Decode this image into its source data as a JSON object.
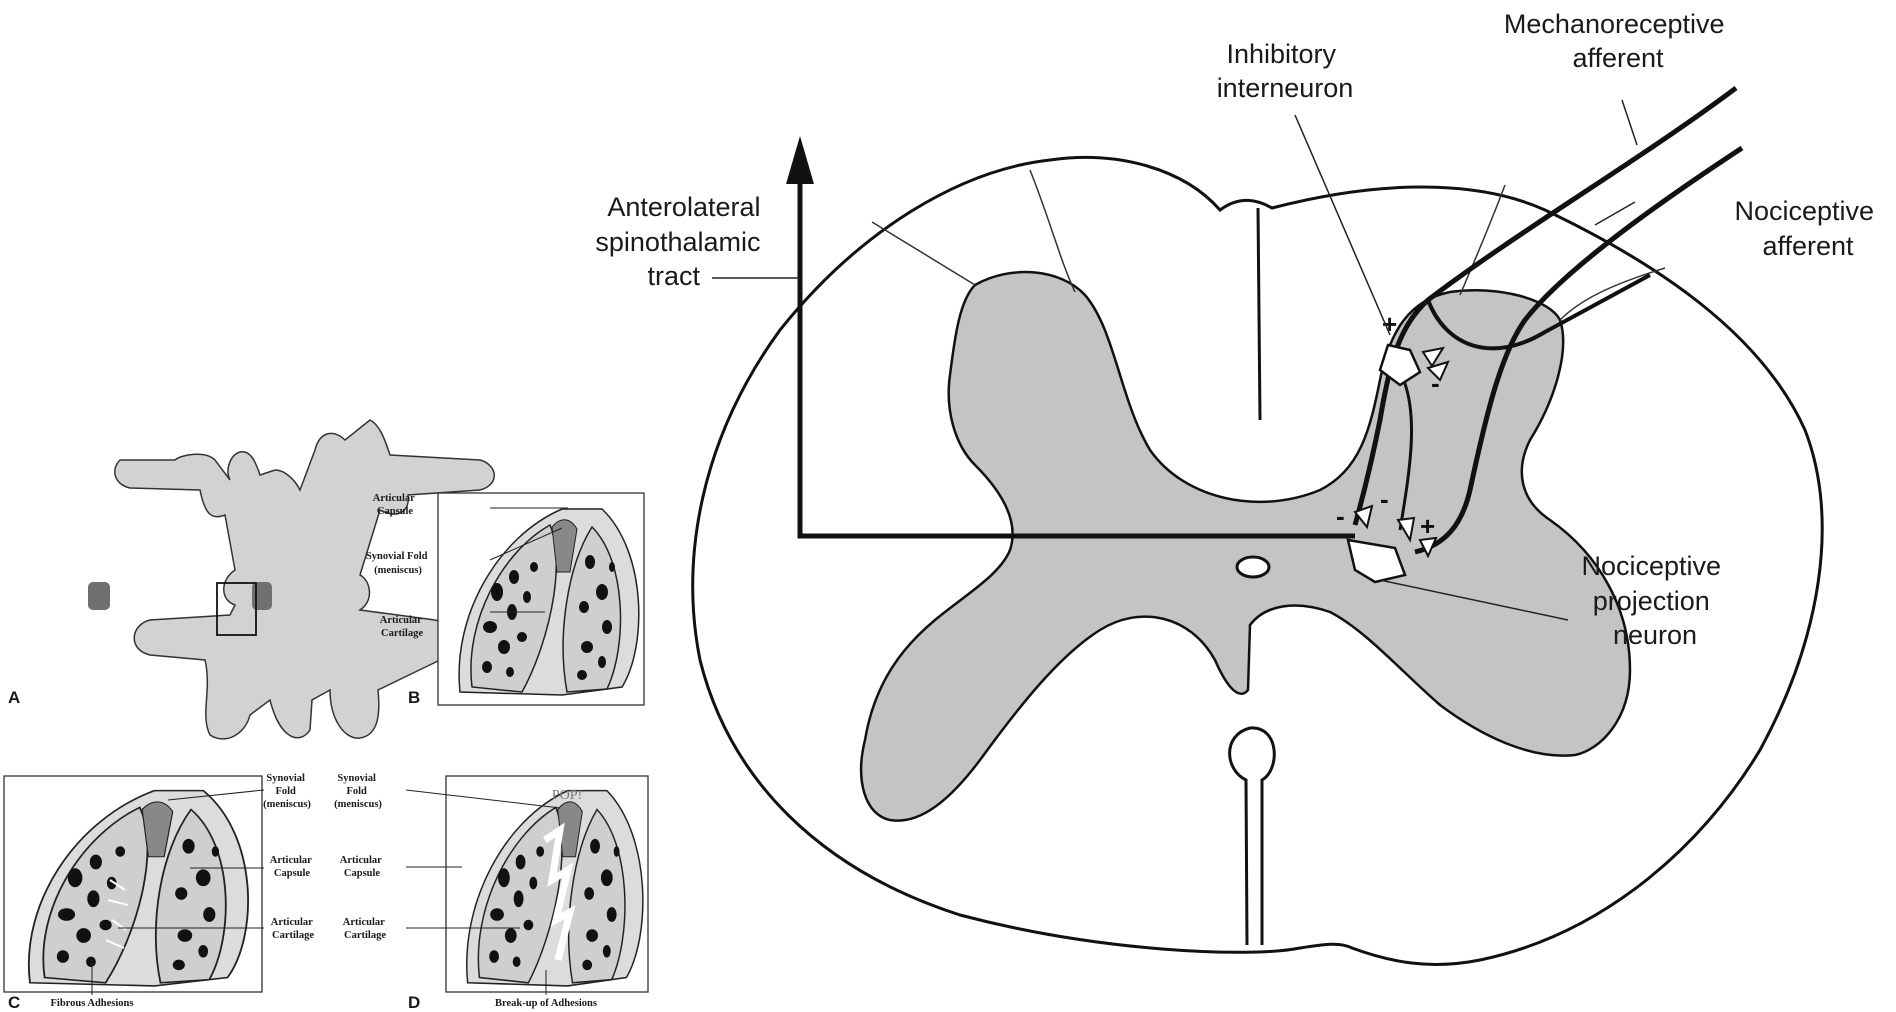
{
  "spinal_cord": {
    "labels": {
      "mechanoreceptive": [
        "Mechanoreceptive",
        "afferent"
      ],
      "inhibitory": [
        "Inhibitory",
        "interneuron"
      ],
      "anterolateral": [
        "Anterolateral",
        "spinothalamic",
        "tract"
      ],
      "nociceptive_afferent": [
        "Nociceptive",
        "afferent"
      ],
      "projection": [
        "Nociceptive",
        "projection",
        "neuron"
      ]
    },
    "signs": {
      "plus": "+",
      "minus": "-"
    }
  },
  "panels": {
    "A": {
      "letter": "A"
    },
    "B": {
      "letter": "B",
      "labels": {
        "capsule": [
          "Articular",
          "Capsule"
        ],
        "fold": [
          "Synovial Fold",
          "(meniscus)"
        ],
        "cartilage": [
          "Articular",
          "Cartilage"
        ]
      }
    },
    "C": {
      "letter": "C",
      "caption": "Fibrous Adhesions",
      "labels": {
        "fold": [
          "Synovial",
          "Fold",
          "(meniscus)"
        ],
        "capsule": [
          "Articular",
          "Capsule"
        ],
        "cartilage": [
          "Articular",
          "Cartilage"
        ]
      }
    },
    "D": {
      "letter": "D",
      "caption": "Break-up of Adhesions",
      "pop": "POP!",
      "labels": {
        "fold": [
          "Synovial",
          "Fold",
          "(meniscus)"
        ],
        "capsule": [
          "Articular",
          "Capsule"
        ],
        "cartilage": [
          "Articular",
          "Cartilage"
        ]
      }
    }
  },
  "colors": {
    "gray_matter": "#c4c4c4",
    "bone": "#d2d2d2",
    "line": "#111111"
  }
}
